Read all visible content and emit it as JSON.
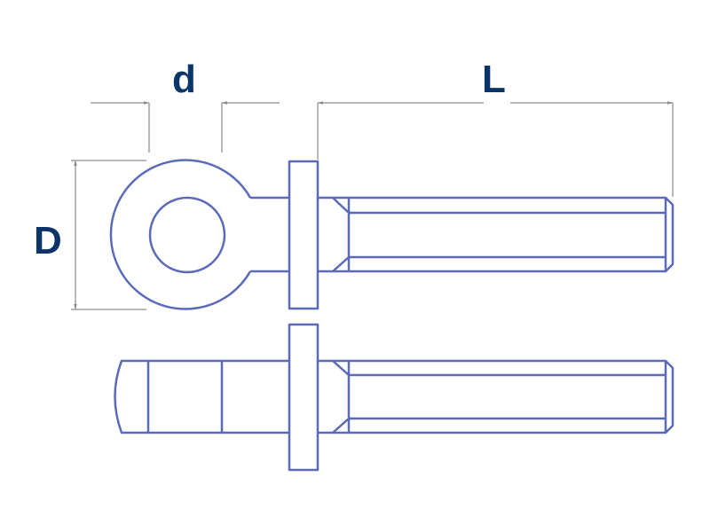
{
  "labels": {
    "d": "d",
    "L": "L",
    "D": "D"
  },
  "colors": {
    "outline": "#5b6bb9",
    "dimension": "#9a9a9a",
    "label": "#0b3468"
  }
}
